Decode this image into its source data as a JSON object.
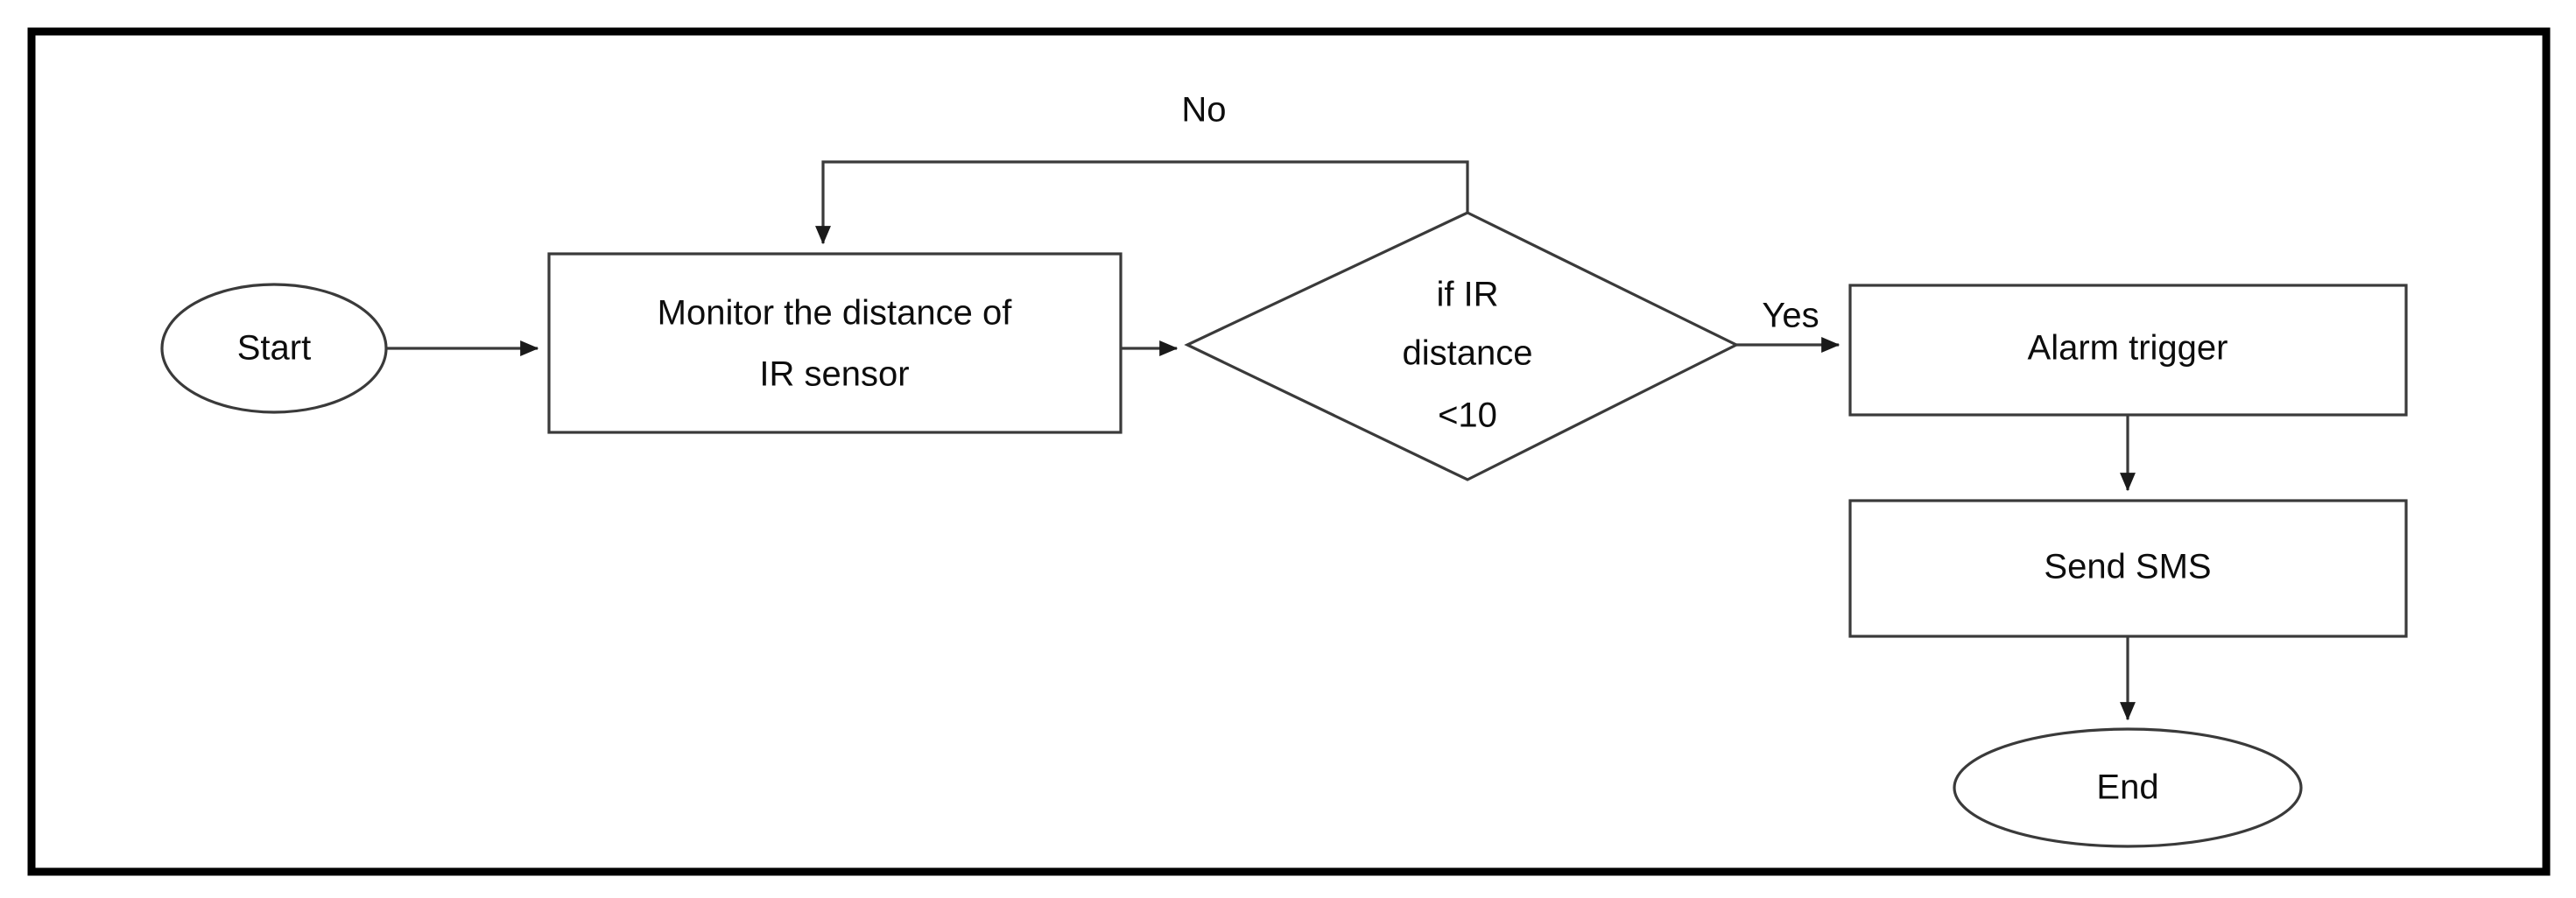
{
  "diagram": {
    "title_text": "",
    "type": "flowchart",
    "border_color": "#000000",
    "shape_stroke_color": "#3a3a3a",
    "text_color": "#0d0d0d",
    "background_color": "#ffffff",
    "nodes": [
      {
        "id": "start",
        "shape": "ellipse",
        "label": "Start"
      },
      {
        "id": "monitor",
        "shape": "rectangle",
        "label_line1": "Monitor the distance of",
        "label_line2": "IR sensor"
      },
      {
        "id": "decision",
        "shape": "diamond",
        "label_line1": "if IR",
        "label_line2": "distance",
        "label_line3": "<10"
      },
      {
        "id": "alarm",
        "shape": "rectangle",
        "label": "Alarm trigger"
      },
      {
        "id": "sms",
        "shape": "rectangle",
        "label": "Send SMS"
      },
      {
        "id": "end",
        "shape": "ellipse",
        "label": "End"
      }
    ],
    "edges": [
      {
        "id": "start-to-monitor",
        "from": "start",
        "to": "monitor",
        "label": ""
      },
      {
        "id": "monitor-to-decision",
        "from": "monitor",
        "to": "decision",
        "label": ""
      },
      {
        "id": "decision-to-alarm",
        "from": "decision",
        "to": "alarm",
        "label": "Yes"
      },
      {
        "id": "decision-to-monitor",
        "from": "decision",
        "to": "monitor",
        "label": "No"
      },
      {
        "id": "alarm-to-sms",
        "from": "alarm",
        "to": "sms",
        "label": ""
      },
      {
        "id": "sms-to-end",
        "from": "sms",
        "to": "end",
        "label": ""
      }
    ]
  }
}
